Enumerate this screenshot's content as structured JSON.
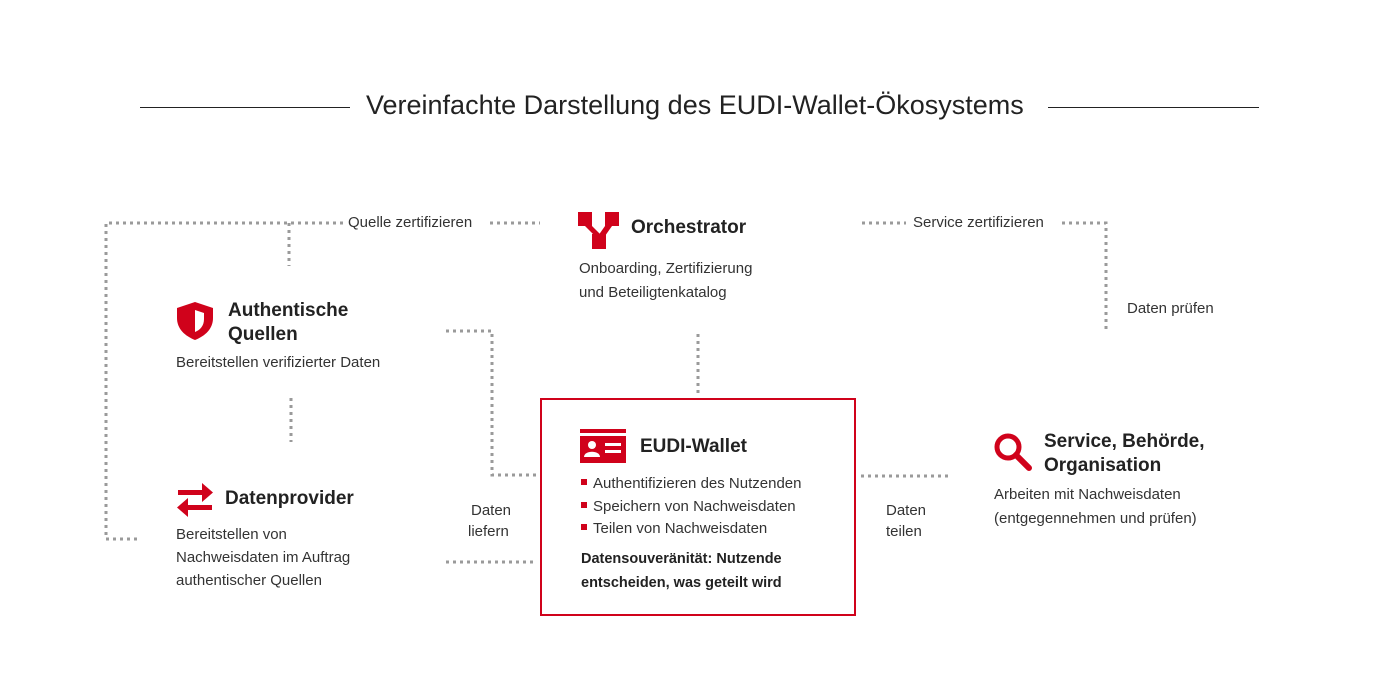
{
  "title": "Vereinfachte Darstellung des EUDI-Wallet-Ökosystems",
  "colors": {
    "accent": "#d0021b",
    "dots": "#9a9a9a",
    "text": "#222222"
  },
  "labels": {
    "quelle_zertifizieren": "Quelle zertifizieren",
    "service_zertifizieren": "Service zertifizieren",
    "daten_pruefen": "Daten prüfen",
    "daten_liefern_1": "Daten",
    "daten_liefern_2": "liefern",
    "daten_teilen_1": "Daten",
    "daten_teilen_2": "teilen"
  },
  "orchestrator": {
    "icon": "orchestrator-icon",
    "title": "Orchestrator",
    "desc_1": "Onboarding, Zertifizierung",
    "desc_2": "und Beteiligtenkatalog"
  },
  "quellen": {
    "icon": "shield-icon",
    "title_1": "Authentische",
    "title_2": "Quellen",
    "desc": "Bereitstellen verifizierter Daten"
  },
  "provider": {
    "icon": "swap-arrows-icon",
    "title": "Datenprovider",
    "desc_1": "Bereitstellen von",
    "desc_2": "Nachweisdaten im Auftrag",
    "desc_3": "authentischer Quellen"
  },
  "wallet": {
    "icon": "id-card-icon",
    "title": "EUDI-Wallet",
    "bullets": [
      "Authentifizieren des Nutzenden",
      "Speichern von Nachweisdaten",
      "Teilen von Nachweisdaten"
    ],
    "note_1": "Datensouveränität: Nutzende",
    "note_2": "entscheiden, was geteilt wird"
  },
  "service": {
    "icon": "search-icon",
    "title_1": "Service, Behörde,",
    "title_2": "Organisation",
    "desc_1": "Arbeiten mit Nachweisdaten",
    "desc_2": "(entgegennehmen und prüfen)"
  }
}
